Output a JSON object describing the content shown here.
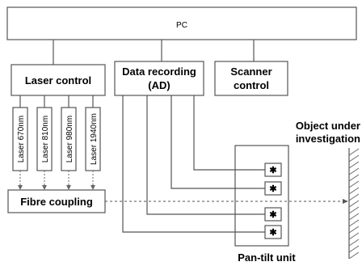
{
  "pc_label": "PC",
  "laser_control_label": "Laser control",
  "data_recording_label_line1": "Data recording",
  "data_recording_label_line2": "(AD)",
  "scanner_control_label_line1": "Scanner",
  "scanner_control_label_line2": "control",
  "lasers": [
    "Laser 670nm",
    "Laser 810nm",
    "Laser 980nm",
    "Laser 1940nm"
  ],
  "fibre_coupling_label": "Fibre coupling",
  "object_label_line1": "Object under",
  "object_label_line2": "investigation",
  "pan_tilt_label": "Pan-tilt unit",
  "detector_count": 4
}
